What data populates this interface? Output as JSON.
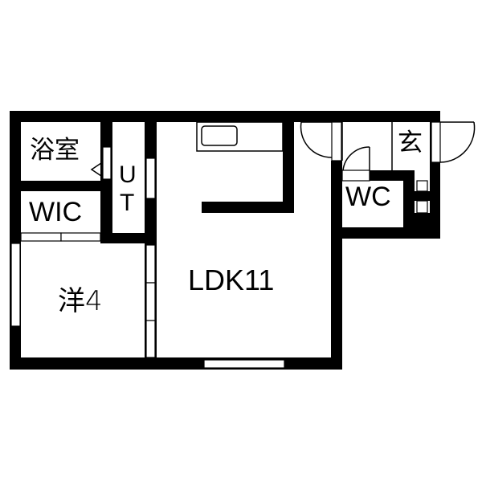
{
  "floor_plan": {
    "colors": {
      "wall": "#000000",
      "floor": "#ffffff",
      "line": "#000000"
    },
    "rooms": [
      {
        "id": "bath",
        "label": "浴室"
      },
      {
        "id": "utility",
        "label": "UT"
      },
      {
        "id": "walk-in-closet",
        "label": "WIC"
      },
      {
        "id": "western-room",
        "label": "洋4"
      },
      {
        "id": "ldk",
        "label": "LDK11"
      },
      {
        "id": "entrance",
        "label": "玄"
      },
      {
        "id": "toilet",
        "label": "WC"
      }
    ]
  }
}
